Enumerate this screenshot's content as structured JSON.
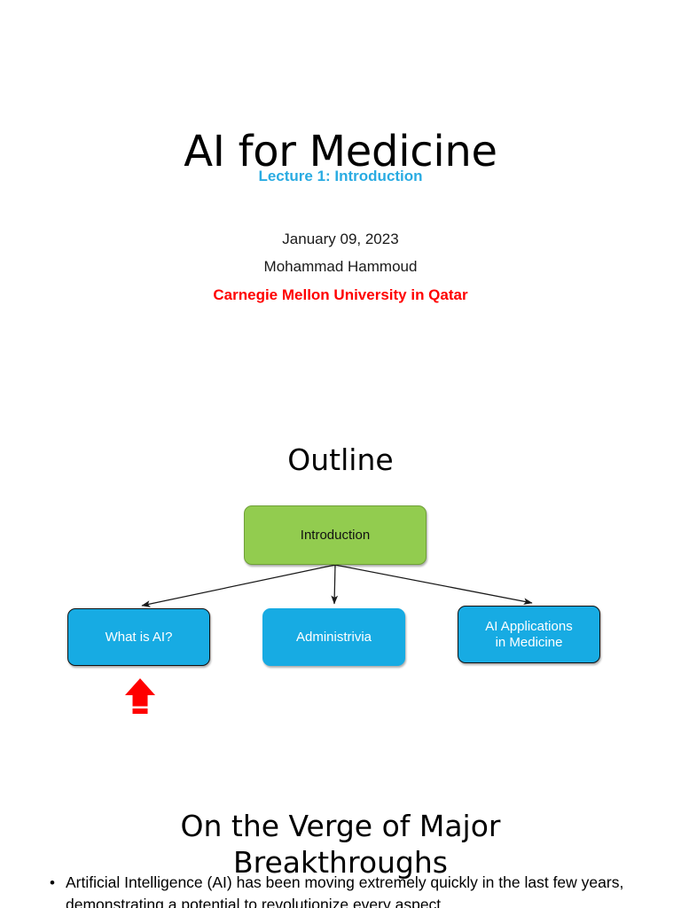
{
  "document": {
    "background_color": "#ffffff"
  },
  "slide_title": {
    "title": "AI for Medicine",
    "subtitle": "Lecture 1: Introduction",
    "subtitle_color": "#29ABE2",
    "date": "January 09, 2023",
    "presenter": "Mohammad Hammoud",
    "affiliation": "Carnegie Mellon University in Qatar",
    "affiliation_color": "#FF0000"
  },
  "slide_outline": {
    "heading": "Outline",
    "diagram": {
      "root": {
        "label": "Introduction",
        "fill": "#92CC4F",
        "border": "#6FA038",
        "text_color": "#111111"
      },
      "children": [
        {
          "label": "What is AI?",
          "fill": "#17ABE3",
          "border": "#111111",
          "text_color": "#FFFFFF",
          "highlighted": true
        },
        {
          "label": "Administrivia",
          "fill": "#17ABE3",
          "border": "#17ABE3",
          "text_color": "#FFFFFF",
          "highlighted": false
        },
        {
          "label_line1": "AI Applications",
          "label_line2": "in Medicine",
          "fill": "#17ABE3",
          "border": "#111111",
          "text_color": "#FFFFFF",
          "highlighted": false
        }
      ],
      "pointer": {
        "icon": "up-arrow-icon",
        "color": "#FF0000",
        "points_to": "What is AI?"
      },
      "connector_color": "#1a1a1a"
    }
  },
  "slide_breakthroughs": {
    "heading_line1": "On the Verge of Major",
    "heading_line2": "Breakthroughs",
    "bullets": [
      {
        "marker": "•",
        "line1": "Artificial Intelligence (AI) has been moving extremely quickly in the",
        "line2": "last few years, demonstrating a potential to revolutionize every aspect"
      }
    ]
  }
}
